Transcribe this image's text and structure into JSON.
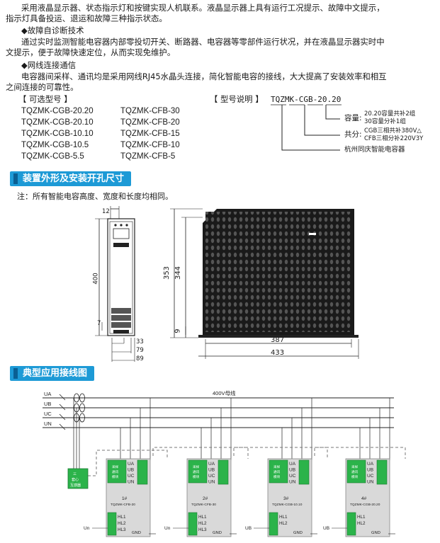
{
  "intro": {
    "line1": "采用液晶显示器、状态指示灯和按键实现人机联系。液晶显示器上具有运行工况提示、故障中文提示，",
    "line2": "指示灯具备投运、退运和故障三种指示状态。"
  },
  "fault_section": {
    "heading": "◆故障自诊断技术",
    "line1": "通过实时监测智能电容器内部零投切开关、断路器、电容器等零部件运行状况，并在液晶显示器实时中",
    "line2": "文提示，便于故障快速定位，从而实现免维护。"
  },
  "network_section": {
    "heading": "◆网线连接通信",
    "line1": "电容器间采样、通讯均是采用网线RJ45水晶头连接，简化智能电容的接线，大大提高了安装效率和相互",
    "line2": "之间连接的可靠性。"
  },
  "models": {
    "title": "【 可选型号 】",
    "left": [
      "TQZMK-CGB-20.20",
      "TQZMK-CGB-20.10",
      "TQZMK-CGB-10.10",
      "TQZMK-CGB-10.5",
      "TQZMK-CGB-5.5"
    ],
    "right": [
      "TQZMK-CFB-30",
      "TQZMK-CFB-20",
      "TQZMK-CFB-15",
      "TQZMK-CFB-10",
      "TQZMK-CFB-5"
    ]
  },
  "model_explain": {
    "title": "【 型号说明 】",
    "code": "TQZMK-CGB-20.20",
    "capacity_label": "容量:",
    "capacity_1": "20.20容量共补2组",
    "capacity_2": "30容量分补1组",
    "share_label": "共分:",
    "share_1": "CGB三相共补380V△",
    "share_2": "CFB三相分补220V3Y",
    "maker": "杭州同庆智能电容器"
  },
  "dimensions": {
    "banner": "装置外形及安装开孔尺寸",
    "note": "注：所有智能电容高度、宽度和长度均相同。",
    "d12": "12",
    "d400": "400",
    "d7": "7",
    "d33": "33",
    "d79": "79",
    "d89": "89",
    "d353": "353",
    "d344": "344",
    "d9": "9",
    "d387": "387",
    "d433": "433"
  },
  "wiring": {
    "banner": "典型应用接线图",
    "bus_label": "400V母线",
    "phases": [
      "UA",
      "UB",
      "UC",
      "UN"
    ],
    "ct_box": [
      "三",
      "套心",
      "互感器"
    ],
    "module_lines": [
      "采样",
      "通讯",
      "模块"
    ],
    "units": [
      {
        "num": "1#",
        "model": "TQZMK-CFB-20",
        "in": "Un",
        "outs": [
          "HL1",
          "HL2",
          "HL3"
        ]
      },
      {
        "num": "2#",
        "model": "TQZMK-CFB-30",
        "in": "Un",
        "outs": [
          "HL1",
          "HL2",
          "HL3"
        ]
      },
      {
        "num": "3#",
        "model": "TQZMK-CGB-10.10",
        "in": "UB",
        "outs": [
          "HL1",
          "HL2"
        ]
      },
      {
        "num": "4#",
        "model": "TQZMK-CGB-20.20",
        "in": "UB",
        "outs": [
          "HL1",
          "HL2"
        ]
      }
    ],
    "terminal_labels": [
      "UA",
      "UB",
      "UC",
      "UN"
    ],
    "gnd": "GND"
  },
  "colors": {
    "banner": "#1d9ad6",
    "module_green": "#2bb34a",
    "unit_gray": "#d9d9d9"
  }
}
